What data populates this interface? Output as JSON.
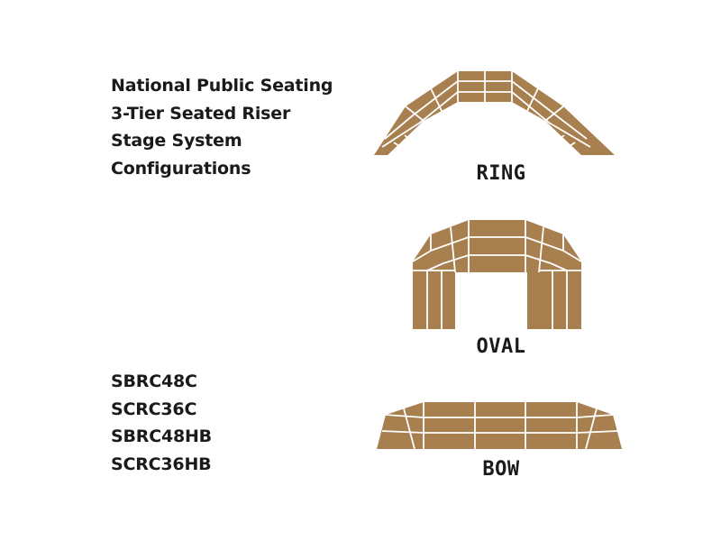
{
  "heading": {
    "lines": [
      "National Public Seating",
      "3-Tier Seated Riser",
      "Stage System",
      "Configurations"
    ]
  },
  "models": [
    "SBRC48C",
    "SCRC36C",
    "SBRC48HB",
    "SCRC36HB"
  ],
  "configurations": {
    "ring": {
      "label": "RING"
    },
    "oval": {
      "label": "OVAL"
    },
    "bow": {
      "label": "BOW"
    }
  },
  "colors": {
    "riser_fill": "#a87f4f",
    "panel_line": "#ffffff",
    "text": "#1a1a1a"
  }
}
